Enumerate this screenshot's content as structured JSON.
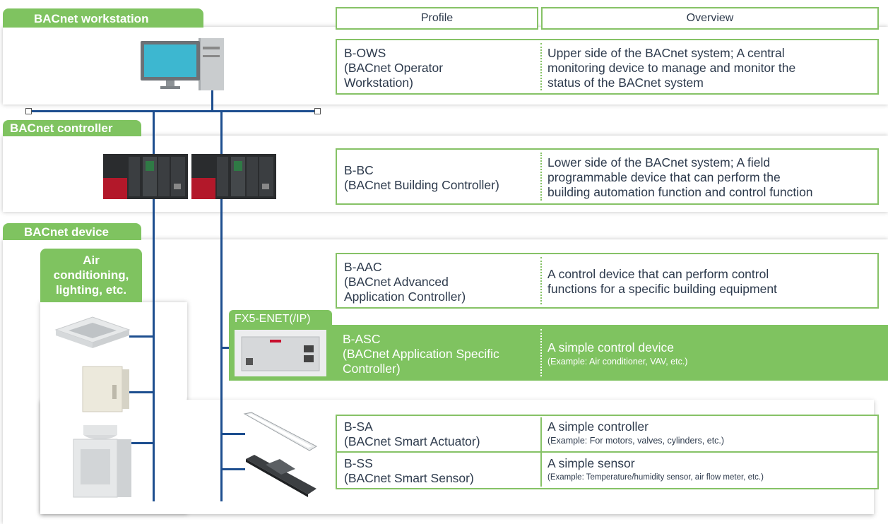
{
  "sections": {
    "workstation": "BACnet workstation",
    "controller": "BACnet controller",
    "device": "BACnet device"
  },
  "air_label": [
    "Air",
    "conditioning,",
    "lighting, etc."
  ],
  "fx5_label": "FX5-ENET(/IP)",
  "headers": {
    "profile": "Profile",
    "overview": "Overview"
  },
  "rows": {
    "ows": {
      "profile": [
        "B-OWS",
        "(BACnet Operator",
        "Workstation)"
      ],
      "overview": [
        "Upper side of the BACnet system; A central",
        "monitoring device to manage and monitor the",
        "status of the BACnet system"
      ]
    },
    "bc": {
      "profile": [
        "B-BC",
        "(BACnet Building Controller)"
      ],
      "overview": [
        "Lower side of the BACnet system; A field",
        "programmable device that can perform the",
        "building automation function and control function"
      ]
    },
    "aac": {
      "profile": [
        "B-AAC",
        "(BACnet Advanced",
        "Application Controller)"
      ],
      "overview": [
        "A control device that can perform control",
        "functions for a specific building equipment"
      ]
    },
    "asc": {
      "profile": [
        "B-ASC",
        "(BACnet Application Specific",
        "Controller)"
      ],
      "overview": "A simple control device",
      "example": "(Example: Air conditioner, VAV, etc.)"
    },
    "sa": {
      "profile": [
        "B-SA",
        "(BACnet Smart Actuator)"
      ],
      "overview": "A simple controller",
      "example": "(Example: For motors, valves, cylinders, etc.)"
    },
    "ss": {
      "profile": [
        "B-SS",
        "(BACnet Smart Sensor)"
      ],
      "overview": "A simple sensor",
      "example": "(Example: Temperature/humidity sensor, air flow meter, etc.)"
    }
  },
  "colors": {
    "green": "#7fc360",
    "line": "#1d4e8f",
    "text": "#2d3a4c",
    "plc_red": "#b3182a"
  }
}
